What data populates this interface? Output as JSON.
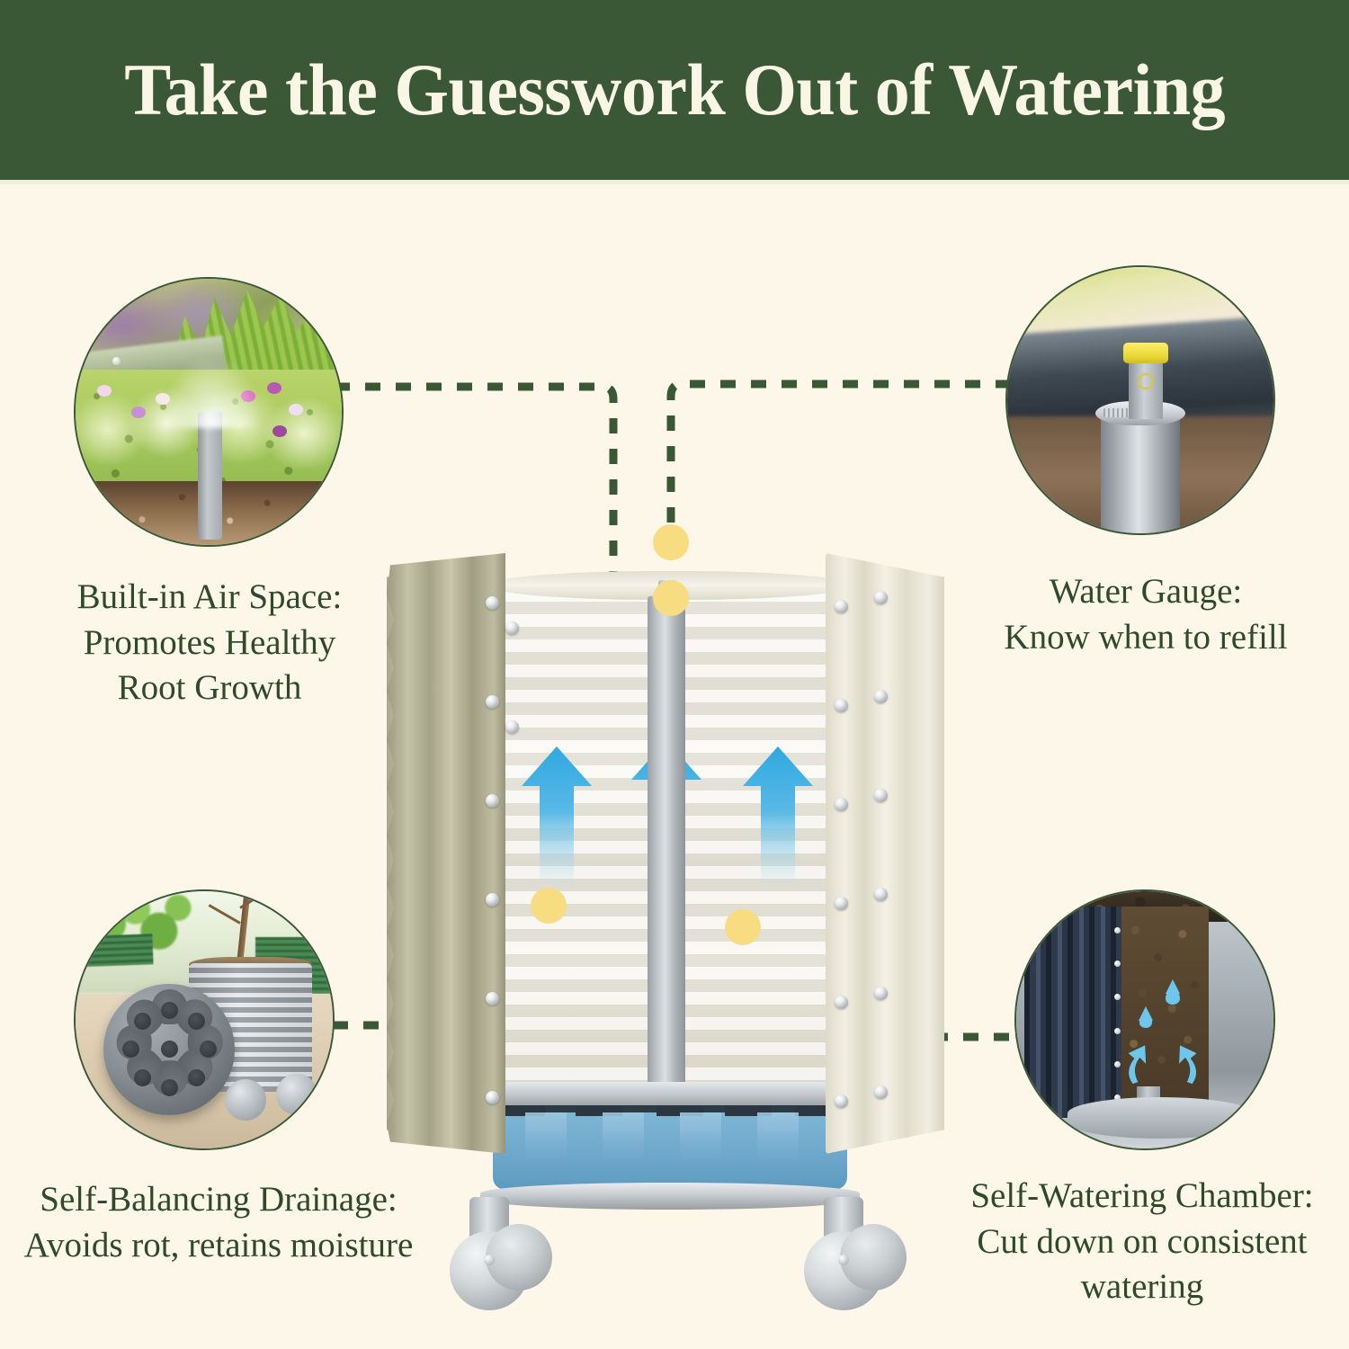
{
  "header": {
    "title": "Take the Guesswork Out of Watering",
    "background_color": "#3B5836",
    "text_color": "#FAF6E6"
  },
  "page": {
    "background_color": "#FDF7E9",
    "text_color": "#2F4A2B",
    "accent_dot_color": "#F8DC82",
    "leader_line_color": "#3B5836",
    "arrow_color": "#2FA8E0"
  },
  "features": [
    {
      "id": "air-space",
      "title": "Built-in Air Space:",
      "line2": "Promotes Healthy",
      "line3": "Root Growth",
      "caption": "Built-in Air Space:\nPromotes Healthy\nRoot Growth",
      "photo": "garden-sprinkler-photo",
      "position": "top-left"
    },
    {
      "id": "water-gauge",
      "title": "Water Gauge:",
      "line2": "Know when to refill",
      "caption": "Water Gauge:\nKnow when to refill",
      "photo": "water-gauge-photo",
      "position": "top-right"
    },
    {
      "id": "self-balancing-drainage",
      "title": "Self-Balancing Drainage:",
      "line2": "Avoids rot, retains moisture",
      "caption": "Self-Balancing Drainage:\nAvoids rot, retains moisture",
      "photo": "drainage-base-disc-photo",
      "position": "bottom-left"
    },
    {
      "id": "self-watering-chamber",
      "title": "Self-Watering Chamber:",
      "line2": "Cut down on consistent",
      "line3": "watering",
      "caption": "Self-Watering Chamber:\nCut down on consistent\nwatering",
      "photo": "planter-cutaway-photo",
      "position": "bottom-right"
    }
  ],
  "product": {
    "name": "self-watering-corrugated-planter-cutaway",
    "wall_color_left": "#B0AE92",
    "wall_color_right": "#E8E4D4",
    "liner_color": "#F2F0E6",
    "reservoir_color": "#76AECF",
    "gauge_tube_color": "#C0C5C8",
    "caster_color": "#C8CDD0",
    "airflow_arrows": 3,
    "callout_dots": 4
  }
}
